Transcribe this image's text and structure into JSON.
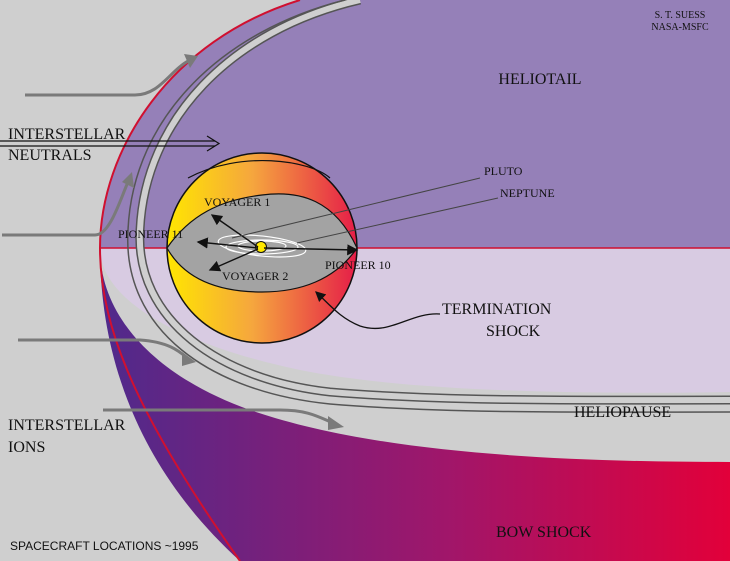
{
  "credit": {
    "line1": "S. T. SUESS",
    "line2": "NASA-MSFC"
  },
  "regions": {
    "heliotail": "HELIOTAIL",
    "heliopause": "HELIOPAUSE",
    "bow_shock": "BOW SHOCK",
    "termination_shock_line1": "TERMINATION",
    "termination_shock_line2": "SHOCK"
  },
  "flows": {
    "neutrals_line1": "INTERSTELLAR",
    "neutrals_line2": "NEUTRALS",
    "ions_line1": "INTERSTELLAR",
    "ions_line2": "IONS"
  },
  "spacecraft": {
    "voyager1": "VOYAGER 1",
    "voyager2": "VOYAGER 2",
    "pioneer10": "PIONEER 10",
    "pioneer11": "PIONEER 11"
  },
  "planets": {
    "pluto": "PLUTO",
    "neptune": "NEPTUNE"
  },
  "caption": "SPACECRAFT LOCATIONS ~1995",
  "colors": {
    "background": "#cfcfcf",
    "heliotail": "#9580b8",
    "heliosheath_lower": "#d8cbe2",
    "bow_shock_edge": "#d01030",
    "bow_shock_gradient_start": "#5a2a8a",
    "bow_shock_gradient_end": "#e0003a",
    "sphere_gradient": [
      "#ffe000",
      "#f39a3a",
      "#e5204a"
    ],
    "sphere_core": "#a3a3a3",
    "sun": "#ffe800"
  }
}
